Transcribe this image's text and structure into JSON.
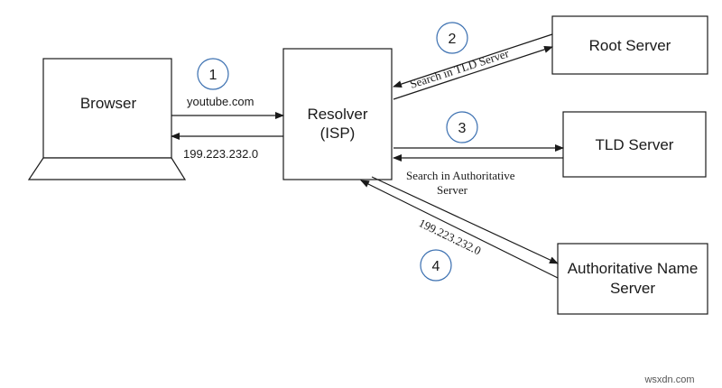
{
  "nodes": {
    "browser": "Browser",
    "resolver_line1": "Resolver",
    "resolver_line2": "(ISP)",
    "root": "Root Server",
    "tld": "TLD Server",
    "auth_line1": "Authoritative Name",
    "auth_line2": "Server"
  },
  "edges": {
    "browser_to_resolver": "youtube.com",
    "resolver_to_browser": "199.223.232.0",
    "search_tld": "Search in TLD Server",
    "search_auth_line1": "Search in Authoritative",
    "search_auth_line2": "Server",
    "auth_reply": "199.223.232.0"
  },
  "steps": [
    "1",
    "2",
    "3",
    "4"
  ],
  "watermark": "wsxdn.com"
}
